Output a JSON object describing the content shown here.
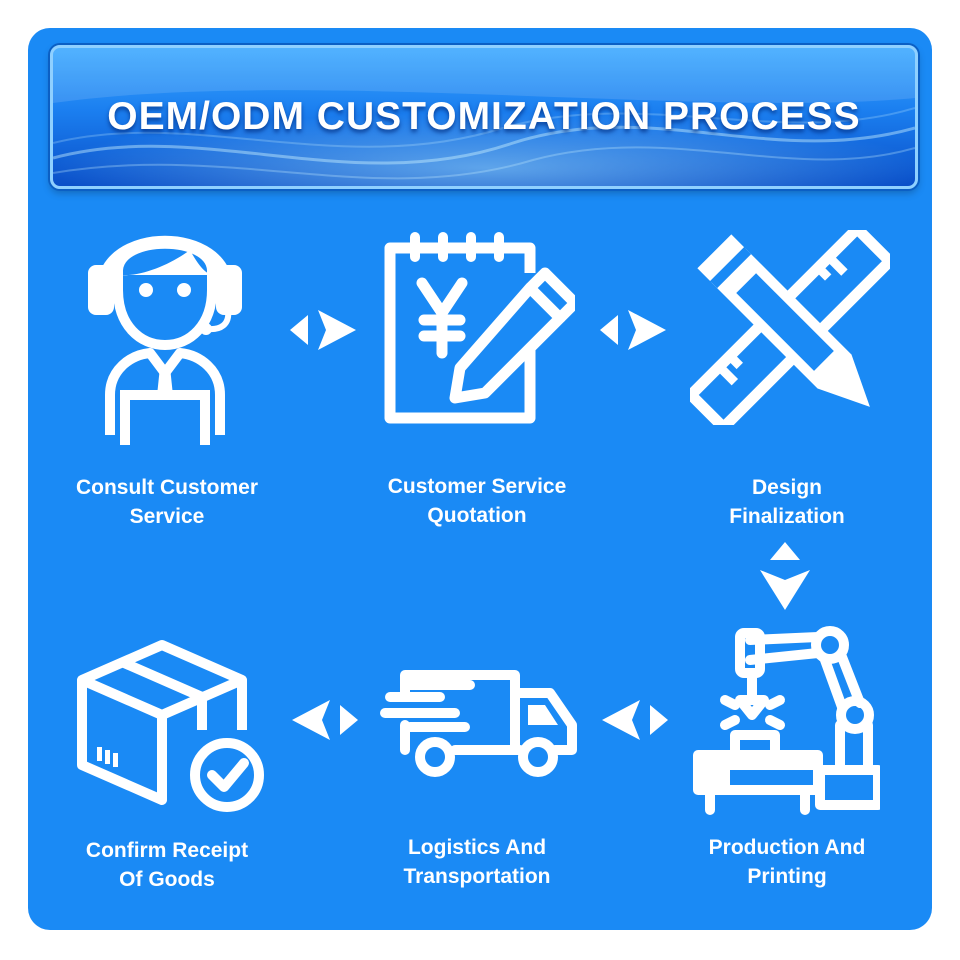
{
  "title": "OEM/ODM CUSTOMIZATION PROCESS",
  "colors": {
    "panel": "#1a8af5",
    "icon": "#ffffff",
    "arrow": "#ffffff"
  },
  "steps": [
    {
      "label_line1": "Consult Customer",
      "label_line2": "Service",
      "icon": "customer-service-agent-icon"
    },
    {
      "label_line1": "Customer Service",
      "label_line2": "Quotation",
      "icon": "yen-notepad-icon"
    },
    {
      "label_line1": "Design",
      "label_line2": "Finalization",
      "icon": "ruler-pencil-icon"
    },
    {
      "label_line1": "Production And",
      "label_line2": "Printing",
      "icon": "robot-arm-icon"
    },
    {
      "label_line1": "Logistics And",
      "label_line2": "Transportation",
      "icon": "delivery-truck-icon"
    },
    {
      "label_line1": "Confirm Receipt",
      "label_line2": "Of Goods",
      "icon": "package-check-icon"
    }
  ]
}
